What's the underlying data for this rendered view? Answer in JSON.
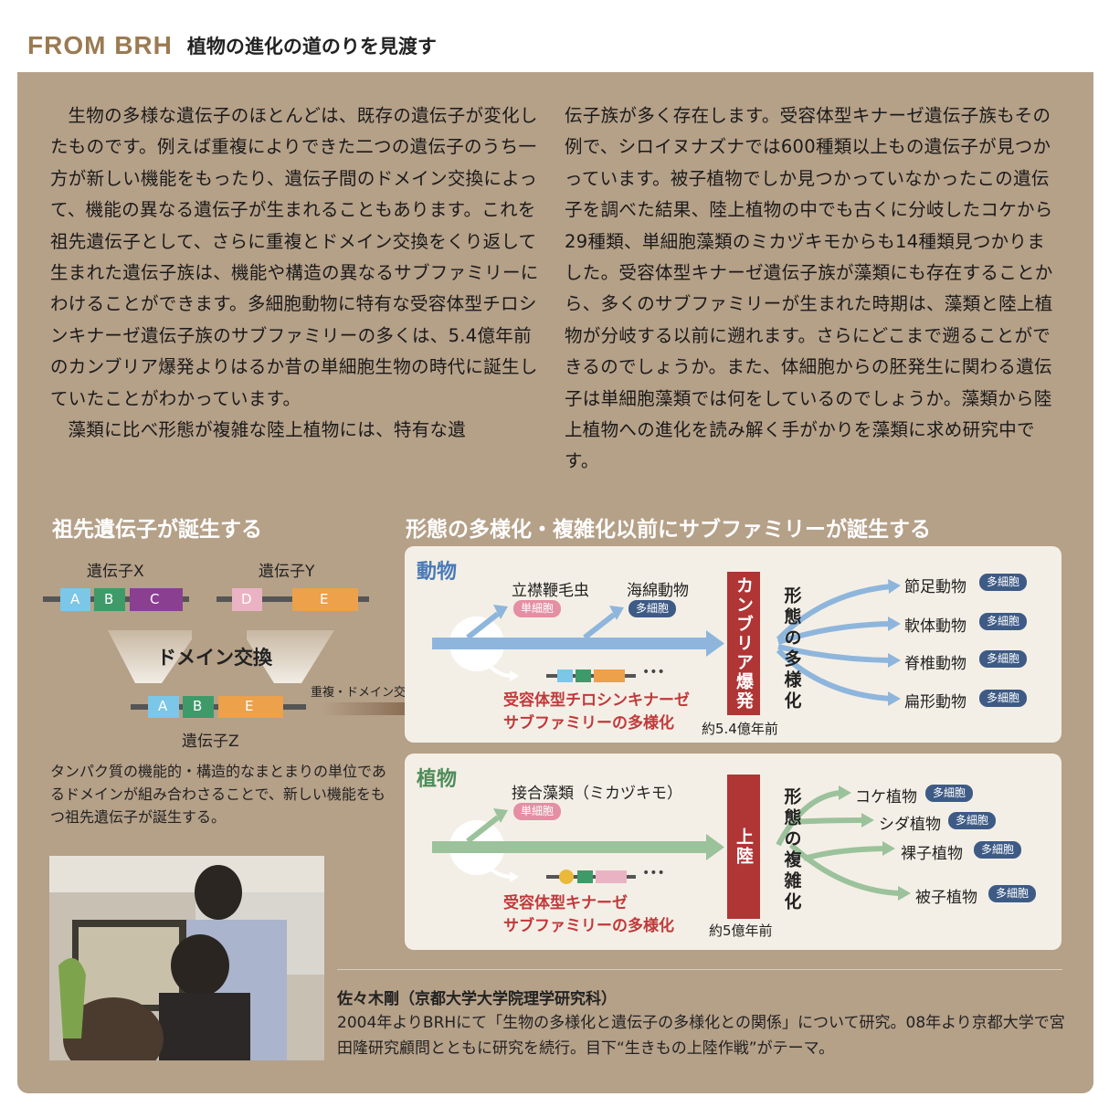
{
  "header": {
    "brand": "FROM BRH",
    "subtitle": "植物の進化の道のりを見渡す"
  },
  "article": {
    "col1_p1": "生物の多様な遺伝子のほとんどは、既存の遺伝子が変化したものです。例えば重複によりできた二つの遺伝子のうち一方が新しい機能をもったり、遺伝子間のドメイン交換によって、機能の異なる遺伝子が生まれることもあります。これを祖先遺伝子として、さらに重複とドメイン交換をくり返して生まれた遺伝子族は、機能や構造の異なるサブファミリーにわけることができます。多細胞動物に特有な受容体型チロシンキナーゼ遺伝子族のサブファミリーの多くは、5.4億年前のカンブリア爆発よりはるか昔の単細胞生物の時代に誕生していたことがわかっています。",
    "col1_p2": "藻類に比べ形態が複雑な陸上植物には、特有な遺",
    "col2_p1": "伝子族が多く存在します。受容体型キナーゼ遺伝子族もその例で、シロイヌナズナでは600種類以上もの遺伝子が見つかっています。被子植物でしか見つかっていなかったこの遺伝子を調べた結果、陸上植物の中でも古くに分岐したコケから29種類、単細胞藻類のミカヅキモからも14種類見つかりました。受容体型キナーゼ遺伝子族が藻類にも存在することから、多くのサブファミリーが生まれた時期は、藻類と陸上植物が分岐する以前に遡れます。さらにどこまで遡ることができるのでしょうか。また、体細胞からの胚発生に関わる遺伝子は単細胞藻類では何をしているのでしょうか。藻類から陸上植物への進化を読み解く手がかりを藻類に求め研究中です。"
  },
  "left_fig": {
    "title": "祖先遺伝子が誕生する",
    "geneX": "遺伝子X",
    "geneY": "遺伝子Y",
    "geneZ": "遺伝子Z",
    "domA": "A",
    "domB": "B",
    "domC": "C",
    "domD": "D",
    "domE": "E",
    "exchange": "ドメイン交換",
    "repeat": "重複・ドメイン交換をくり返す",
    "caption": "タンパク質の機能的・構造的なまとまりの単位であるドメインが組み合わさることで、新しい機能をもつ祖先遺伝子が誕生する。"
  },
  "right_fig": {
    "title": "形態の多様化・複雑化以前にサブファミリーが誕生する",
    "animal": {
      "label": "動物",
      "org1": "立襟鞭毛虫",
      "org1_tag": "単細胞",
      "org2": "海綿動物",
      "org2_tag": "多細胞",
      "event": "カンブリア爆発",
      "morph": "形態の多様化",
      "subfamily_line1": "受容体型チロシンキナーゼ",
      "subfamily_line2": "サブファミリーの多様化",
      "time": "約5.4億年前",
      "dots": "•••",
      "branches": [
        {
          "name": "節足動物",
          "tag": "多細胞"
        },
        {
          "name": "軟体動物",
          "tag": "多細胞"
        },
        {
          "name": "脊椎動物",
          "tag": "多細胞"
        },
        {
          "name": "扁形動物",
          "tag": "多細胞"
        }
      ]
    },
    "plant": {
      "label": "植物",
      "org1": "接合藻類（ミカヅキモ）",
      "org1_tag": "単細胞",
      "event": "上陸",
      "morph": "形態の複雑化",
      "subfamily_line1": "受容体型キナーゼ",
      "subfamily_line2": "サブファミリーの多様化",
      "time": "約5億年前",
      "dots": "•••",
      "branches": [
        {
          "name": "コケ植物",
          "tag": "多細胞"
        },
        {
          "name": "シダ植物",
          "tag": "多細胞"
        },
        {
          "name": "裸子植物",
          "tag": "多細胞"
        },
        {
          "name": "被子植物",
          "tag": "多細胞"
        }
      ]
    }
  },
  "bio": {
    "name": "佐々木剛（京都大学大学院理学研究科）",
    "text": "2004年よりBRHにて「生物の多様化と遺伝子の多様化との関係」について研究。08年より京都大学で宮田隆研究顧問とともに研究を続行。目下“生きもの上陸作戦”がテーマ。"
  },
  "colors": {
    "panel": "#b5a088",
    "brand": "#9b7a52",
    "animal_arrow": "#8eb6dc",
    "plant_arrow": "#9bc29b",
    "event_bar": "#b03535",
    "multi_tag": "#3e5b86",
    "single_tag": "#e48fa3"
  }
}
